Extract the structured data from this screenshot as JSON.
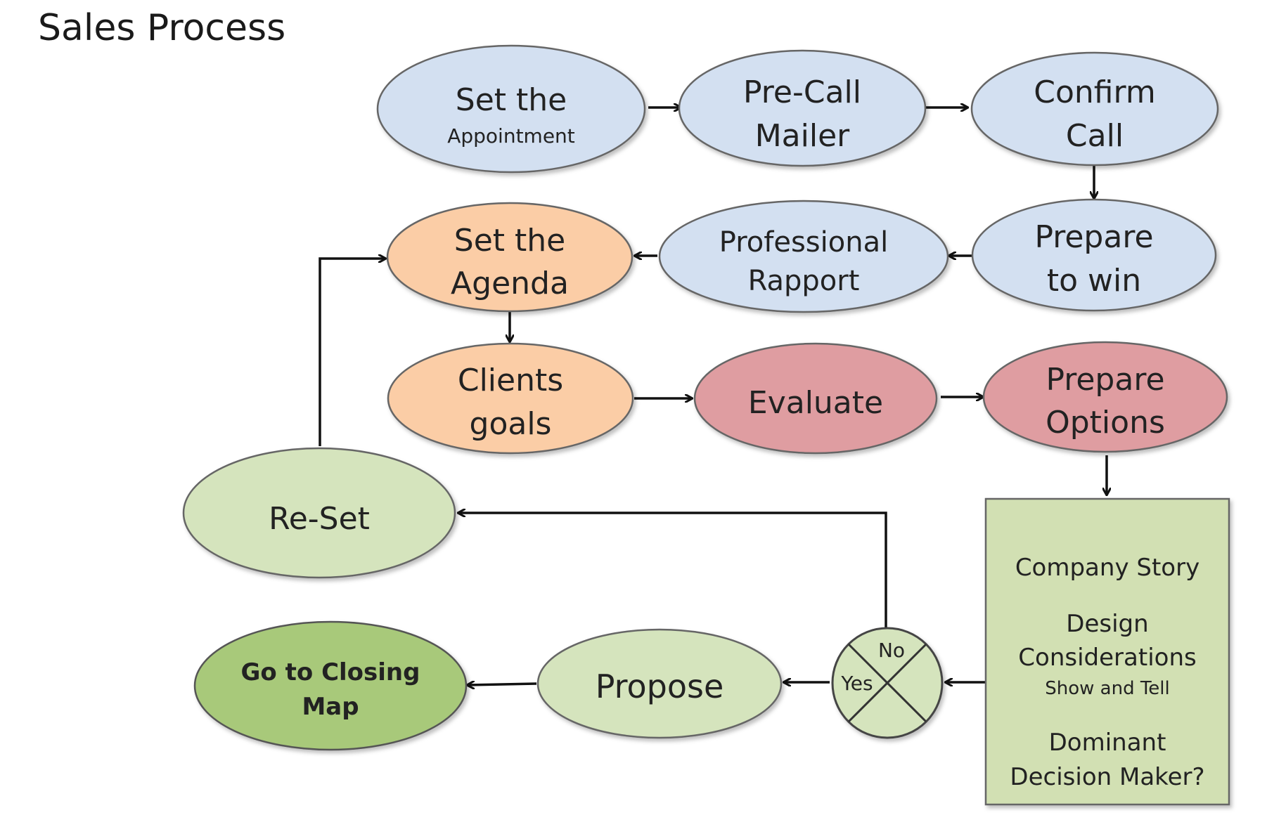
{
  "title": "Sales Process",
  "colors": {
    "blue_fill": "#d3e0f1",
    "orange_fill": "#fbcda6",
    "red_fill": "#df9da1",
    "light_green_fill": "#d5e4bd",
    "dark_green_fill": "#a8c97a",
    "box_fill": "#d2e0b3",
    "stroke": "#666666"
  },
  "nodes": {
    "set_appointment": {
      "line1": "Set the",
      "line2": "Appointment"
    },
    "pre_call_mailer": {
      "line1": "Pre-Call",
      "line2": "Mailer"
    },
    "confirm_call": {
      "line1": "Confirm",
      "line2": "Call"
    },
    "prepare_to_win": {
      "line1": "Prepare",
      "line2": "to win"
    },
    "professional_rapport": {
      "line1": "Professional",
      "line2": "Rapport"
    },
    "set_agenda": {
      "line1": "Set the",
      "line2": "Agenda"
    },
    "clients_goals": {
      "line1": "Clients",
      "line2": "goals"
    },
    "evaluate": {
      "line1": "Evaluate"
    },
    "prepare_options": {
      "line1": "Prepare",
      "line2": "Options"
    },
    "re_set": {
      "line1": "Re-Set"
    },
    "propose": {
      "line1": "Propose"
    },
    "go_to_closing_map": {
      "line1": "Go to Closing",
      "line2": "Map"
    },
    "decision_box": {
      "item1": "Company Story",
      "item2_line1": "Design",
      "item2_line2": "Considerations",
      "item2_sub": "Show and Tell",
      "item3_line1": "Dominant",
      "item3_line2": "Decision Maker?"
    },
    "decision": {
      "no_label": "No",
      "yes_label": "Yes"
    }
  }
}
